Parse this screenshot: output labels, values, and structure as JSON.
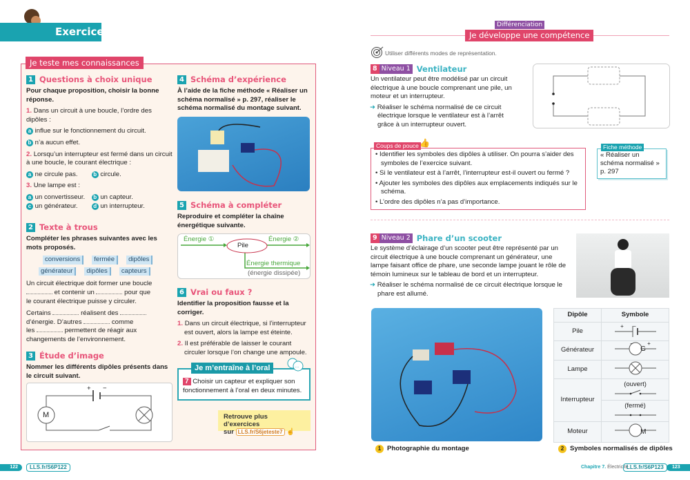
{
  "left_page": {
    "banner": "Exercices",
    "section_tab": "Je teste mes connaissances",
    "ex1": {
      "num": "1",
      "title": "Questions à choix unique",
      "instruction": "Pour chaque proposition, choisir la bonne réponse.",
      "q1": {
        "n": "1.",
        "text": "Dans un circuit à une boucle, l’ordre des dipôles :",
        "a": "influe sur le fonctionnement du circuit.",
        "b": "n’a aucun effet."
      },
      "q2": {
        "n": "2.",
        "text": "Lorsqu’un interrupteur est fermé dans un circuit à une boucle, le courant électrique :",
        "a": "ne circule pas.",
        "b": "circule."
      },
      "q3": {
        "n": "3.",
        "text": "Une lampe est :",
        "a": "un convertisseur.",
        "b": "un capteur.",
        "c": "un générateur.",
        "d": "un interrupteur."
      },
      "letters": [
        "a",
        "b",
        "c",
        "d"
      ]
    },
    "ex2": {
      "num": "2",
      "title": "Texte à trous",
      "instruction": "Compléter les phrases suivantes avec les mots proposés.",
      "words": [
        "conversions",
        "fermée",
        "dipôles",
        "générateur",
        "dipôles",
        "capteurs"
      ],
      "p1": [
        "Un circuit électrique doit former une boucle",
        "et contenir un",
        "pour que",
        "le courant électrique puisse y circuler."
      ],
      "p2": [
        "Certains",
        "réalisent des",
        "d’énergie. D’autres",
        "comme",
        "les",
        "permettent de réagir aux",
        "changements de l’environnement."
      ]
    },
    "ex3": {
      "num": "3",
      "title": "Étude d’image",
      "instruction": "Nommer les différents dipôles présents dans le circuit suivant.",
      "plus": "+",
      "minus": "−",
      "motor": "M"
    },
    "ex4": {
      "num": "4",
      "title": "Schéma d’expérience",
      "instruction": "À l’aide de la fiche méthode « Réaliser un schéma normalisé » p. 297, réaliser le schéma normalisé du montage suivant."
    },
    "ex5": {
      "num": "5",
      "title": "Schéma à compléter",
      "instruction": "Reproduire et compléter la chaîne énergétique suivante.",
      "in": "Énergie ①",
      "center": "Pile",
      "out": "Énergie ②",
      "thermal": "Énergie thermique",
      "dissipated": "(énergie dissipée)"
    },
    "ex6": {
      "num": "6",
      "title": "Vrai ou faux ?",
      "instruction": "Identifier la proposition fausse et la corriger.",
      "items": [
        {
          "n": "1.",
          "text": "Dans un circuit électrique, si l’interrupteur est ouvert, alors la lampe est éteinte."
        },
        {
          "n": "2.",
          "text": "Il est préférable de laisser le courant circuler lorsque l’on change une ampoule."
        }
      ]
    },
    "oral": {
      "tab": "Je m’entraîne à l’oral",
      "num": "7",
      "text": "Choisir un capteur et expliquer son fonctionnement à l’oral en deux minutes."
    },
    "more": {
      "text": "Retrouve plus d’exercices",
      "sur": "sur",
      "link": "LLS.fr/S6jeteste7"
    },
    "footer": {
      "page": "122",
      "link": "LLS.fr/S6P122"
    }
  },
  "right_page": {
    "diff": "Différenciation",
    "title": "Je développe une compétence",
    "goal": "Utiliser différents modes de représentation.",
    "ex8": {
      "num": "8",
      "level": "Niveau 1",
      "title": "Ventilateur",
      "text": "Un ventilateur peut être modélisé par un circuit électrique à une boucle comprenant une pile, un moteur et un interrupteur.",
      "task": "Réaliser le schéma normalisé de ce circuit électrique lorsque le ventilateur est à l’arrêt grâce à un interrupteur ouvert."
    },
    "coups": {
      "tab": "Coups de pouce",
      "items": [
        "Identifier les symboles des dipôles à utiliser. On pourra s’aider des symboles de l’exercice suivant.",
        "Si le ventilateur est à l’arrêt, l’interrupteur est-il ouvert ou fermé ?",
        "Ajouter les symboles des dipôles aux emplacements indiqués sur le schéma.",
        "L’ordre des dipôles n’a pas d’importance."
      ]
    },
    "fiche": {
      "tab": "Fiche méthode",
      "text": "« Réaliser un schéma normalisé » p. 297"
    },
    "ex9": {
      "num": "9",
      "level": "Niveau 2",
      "title": "Phare d’un scooter",
      "text": "Le système d’éclairage d’un scooter peut être représenté par un circuit électrique à une boucle comprenant un générateur, une lampe faisant office de phare, une seconde lampe jouant le rôle de témoin lumineux sur le tableau de bord et un interrupteur.",
      "task": "Réaliser le schéma normalisé de ce circuit électrique lorsque le phare est allumé."
    },
    "table": {
      "headers": [
        "Dipôle",
        "Symbole"
      ],
      "rows": [
        "Pile",
        "Générateur",
        "Lampe",
        "Interrupteur",
        "Moteur"
      ],
      "open": "(ouvert)",
      "closed": "(fermé)",
      "g": "G",
      "m": "M",
      "plus": "+",
      "minus": "−"
    },
    "cap1": {
      "n": "1",
      "text": "Photographie du montage"
    },
    "cap2": {
      "n": "2",
      "text": "Symboles normalisés de dipôles"
    },
    "footer": {
      "chapter": "Chapitre 7.",
      "topic": "Électricité",
      "link": "LLS.fr/S6P123",
      "page": "123"
    }
  }
}
